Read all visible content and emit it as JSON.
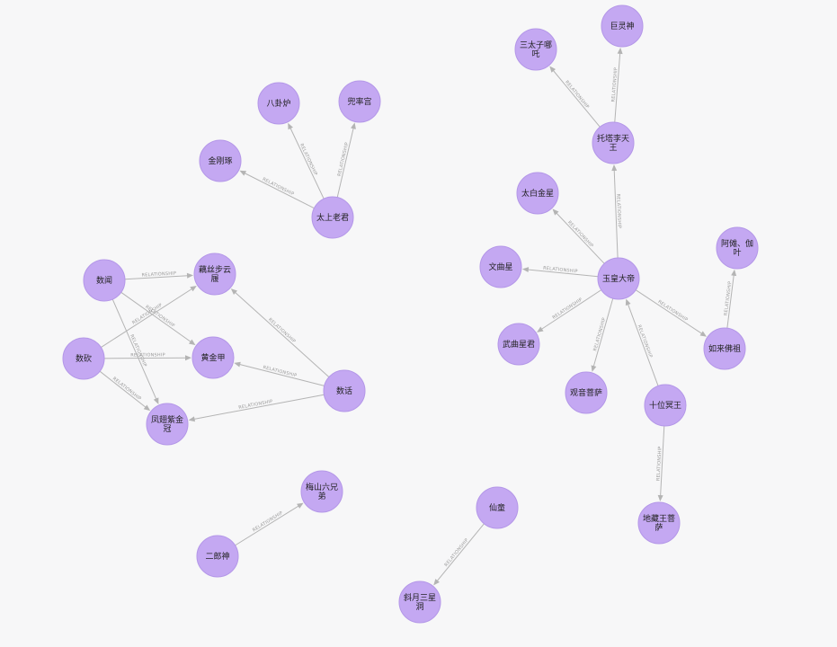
{
  "graph": {
    "colors": {
      "node_fill": "#c4a8f2",
      "edge": "#b4b4b4",
      "background": "#f7f7f8"
    },
    "edge_label": "RELATIONSHIP",
    "nodes": [
      {
        "id": "n1",
        "label": [
          "太上老君"
        ]
      },
      {
        "id": "n2",
        "label": [
          "金刚琢"
        ]
      },
      {
        "id": "n3",
        "label": [
          "八卦炉"
        ]
      },
      {
        "id": "n4",
        "label": [
          "兜率宫"
        ]
      },
      {
        "id": "n5",
        "label": [
          "数闻"
        ]
      },
      {
        "id": "n6",
        "label": [
          "数砍"
        ]
      },
      {
        "id": "n7",
        "label": [
          "数话"
        ]
      },
      {
        "id": "n8",
        "label": [
          "藕丝步云",
          "履"
        ]
      },
      {
        "id": "n9",
        "label": [
          "黄金甲"
        ]
      },
      {
        "id": "n10",
        "label": [
          "凤翅紫金",
          "冠"
        ]
      },
      {
        "id": "n11",
        "label": [
          "二郎神"
        ]
      },
      {
        "id": "n12",
        "label": [
          "梅山六兄",
          "弟"
        ]
      },
      {
        "id": "n13",
        "label": [
          "仙童"
        ]
      },
      {
        "id": "n14",
        "label": [
          "斜月三星",
          "洞"
        ]
      },
      {
        "id": "n15",
        "label": [
          "玉皇大帝"
        ]
      },
      {
        "id": "n16",
        "label": [
          "托塔李天",
          "王"
        ]
      },
      {
        "id": "n17",
        "label": [
          "三太子哪",
          "吒"
        ]
      },
      {
        "id": "n18",
        "label": [
          "巨灵神"
        ]
      },
      {
        "id": "n19",
        "label": [
          "太白金星"
        ]
      },
      {
        "id": "n20",
        "label": [
          "文曲星"
        ]
      },
      {
        "id": "n21",
        "label": [
          "武曲星君"
        ]
      },
      {
        "id": "n22",
        "label": [
          "观音菩萨"
        ]
      },
      {
        "id": "n23",
        "label": [
          "十位冥王"
        ]
      },
      {
        "id": "n24",
        "label": [
          "地藏王菩",
          "萨"
        ]
      },
      {
        "id": "n25",
        "label": [
          "如来佛祖"
        ]
      },
      {
        "id": "n26",
        "label": [
          "阿傩、伽",
          "叶"
        ]
      }
    ],
    "edges": [
      {
        "from": "n1",
        "to": "n2"
      },
      {
        "from": "n1",
        "to": "n3"
      },
      {
        "from": "n1",
        "to": "n4"
      },
      {
        "from": "n5",
        "to": "n8"
      },
      {
        "from": "n5",
        "to": "n9"
      },
      {
        "from": "n5",
        "to": "n10"
      },
      {
        "from": "n6",
        "to": "n8"
      },
      {
        "from": "n6",
        "to": "n9"
      },
      {
        "from": "n6",
        "to": "n10"
      },
      {
        "from": "n7",
        "to": "n8"
      },
      {
        "from": "n7",
        "to": "n9"
      },
      {
        "from": "n7",
        "to": "n10"
      },
      {
        "from": "n11",
        "to": "n12"
      },
      {
        "from": "n13",
        "to": "n14"
      },
      {
        "from": "n15",
        "to": "n16"
      },
      {
        "from": "n16",
        "to": "n17"
      },
      {
        "from": "n16",
        "to": "n18"
      },
      {
        "from": "n15",
        "to": "n19"
      },
      {
        "from": "n15",
        "to": "n20"
      },
      {
        "from": "n15",
        "to": "n21"
      },
      {
        "from": "n15",
        "to": "n22"
      },
      {
        "from": "n23",
        "to": "n15"
      },
      {
        "from": "n23",
        "to": "n24"
      },
      {
        "from": "n15",
        "to": "n25"
      },
      {
        "from": "n25",
        "to": "n26"
      }
    ]
  }
}
